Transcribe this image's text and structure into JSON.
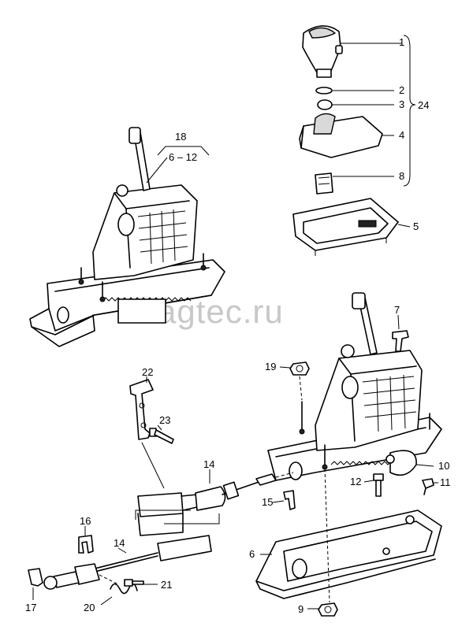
{
  "watermark": "vagtec.ru",
  "callouts": {
    "c1": "1",
    "c2": "2",
    "c3": "3",
    "c4": "4",
    "c5": "5",
    "c6": "6",
    "c7": "7",
    "c8": "8",
    "c9": "9",
    "c10": "10",
    "c11": "11",
    "c12": "12",
    "c14a": "14",
    "c14b": "14",
    "c15": "15",
    "c16": "16",
    "c17": "17",
    "c18": "18",
    "c18range": "6 – 12",
    "c19": "19",
    "c20": "20",
    "c21": "21",
    "c22": "22",
    "c23": "23",
    "c24": "24"
  }
}
